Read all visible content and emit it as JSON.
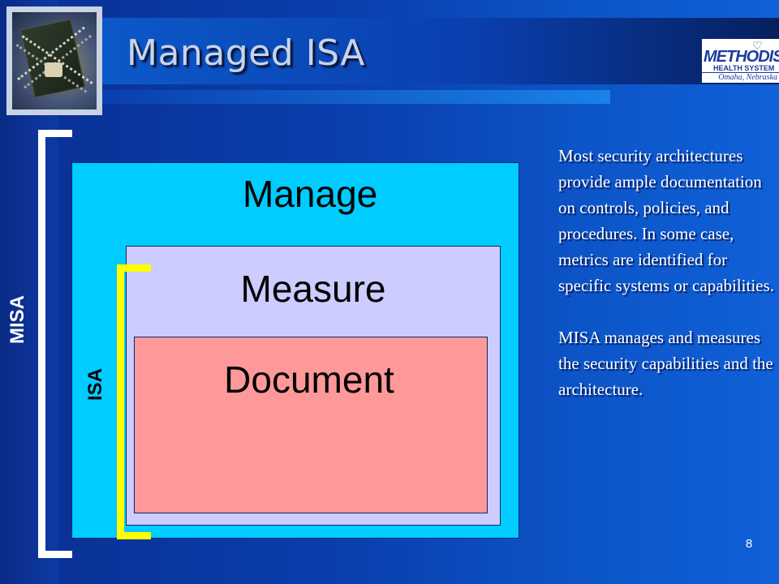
{
  "slide": {
    "title": "Managed ISA",
    "page_number": "8"
  },
  "logo": {
    "main": "METHODIST",
    "sub": "HEALTH SYSTEM",
    "location": "Omaha, Nebraska"
  },
  "diagram": {
    "outer_label": "Manage",
    "middle_label": "Measure",
    "inner_label": "Document",
    "outer_bracket_label": "MISA",
    "inner_bracket_label": "ISA",
    "colors": {
      "manage": "#00ccff",
      "measure": "#ccccff",
      "document": "#ff9999",
      "misa_bracket": "#ffffff",
      "isa_bracket": "#ffff00"
    }
  },
  "body": {
    "paragraph_1": "Most security architectures provide ample documentation on controls, policies, and procedures. In some case, metrics are identified for specific systems or capabilities.",
    "paragraph_2": "MISA manages and measures the security capabilities and the architecture."
  }
}
